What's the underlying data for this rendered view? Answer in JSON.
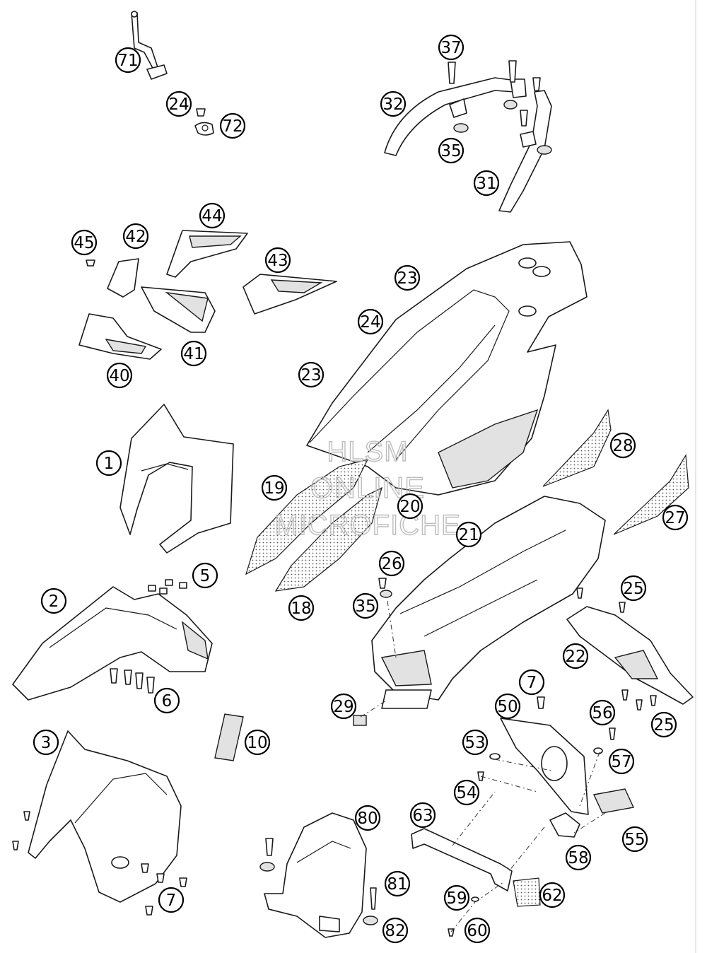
{
  "watermark": {
    "line1": "HLSM",
    "line2": "ONLINE",
    "line3": "MICROFICHE"
  },
  "callouts": [
    {
      "id": "c71",
      "label": "71"
    },
    {
      "id": "c24a",
      "label": "24"
    },
    {
      "id": "c72",
      "label": "72"
    },
    {
      "id": "c37",
      "label": "37"
    },
    {
      "id": "c32",
      "label": "32"
    },
    {
      "id": "c35a",
      "label": "35"
    },
    {
      "id": "c31",
      "label": "31"
    },
    {
      "id": "c45",
      "label": "45"
    },
    {
      "id": "c42",
      "label": "42"
    },
    {
      "id": "c44",
      "label": "44"
    },
    {
      "id": "c43",
      "label": "43"
    },
    {
      "id": "c41",
      "label": "41"
    },
    {
      "id": "c40",
      "label": "40"
    },
    {
      "id": "c23a",
      "label": "23"
    },
    {
      "id": "c24b",
      "label": "24"
    },
    {
      "id": "c23b",
      "label": "23"
    },
    {
      "id": "c1",
      "label": "1"
    },
    {
      "id": "c28",
      "label": "28"
    },
    {
      "id": "c19",
      "label": "19"
    },
    {
      "id": "c20",
      "label": "20"
    },
    {
      "id": "c27",
      "label": "27"
    },
    {
      "id": "c21",
      "label": "21"
    },
    {
      "id": "c5",
      "label": "5"
    },
    {
      "id": "c2",
      "label": "2"
    },
    {
      "id": "c26",
      "label": "26"
    },
    {
      "id": "c35b",
      "label": "35"
    },
    {
      "id": "c18",
      "label": "18"
    },
    {
      "id": "c25a",
      "label": "25"
    },
    {
      "id": "c22",
      "label": "22"
    },
    {
      "id": "c6",
      "label": "6"
    },
    {
      "id": "c7a",
      "label": "7"
    },
    {
      "id": "c29",
      "label": "29"
    },
    {
      "id": "c50",
      "label": "50"
    },
    {
      "id": "c56",
      "label": "56"
    },
    {
      "id": "c25b",
      "label": "25"
    },
    {
      "id": "c10",
      "label": "10"
    },
    {
      "id": "c3",
      "label": "3"
    },
    {
      "id": "c53",
      "label": "53"
    },
    {
      "id": "c57",
      "label": "57"
    },
    {
      "id": "c54",
      "label": "54"
    },
    {
      "id": "c80",
      "label": "80"
    },
    {
      "id": "c63",
      "label": "63"
    },
    {
      "id": "c55",
      "label": "55"
    },
    {
      "id": "c58",
      "label": "58"
    },
    {
      "id": "c81",
      "label": "81"
    },
    {
      "id": "c7b",
      "label": "7"
    },
    {
      "id": "c59",
      "label": "59"
    },
    {
      "id": "c62",
      "label": "62"
    },
    {
      "id": "c82",
      "label": "82"
    },
    {
      "id": "c60",
      "label": "60"
    }
  ]
}
